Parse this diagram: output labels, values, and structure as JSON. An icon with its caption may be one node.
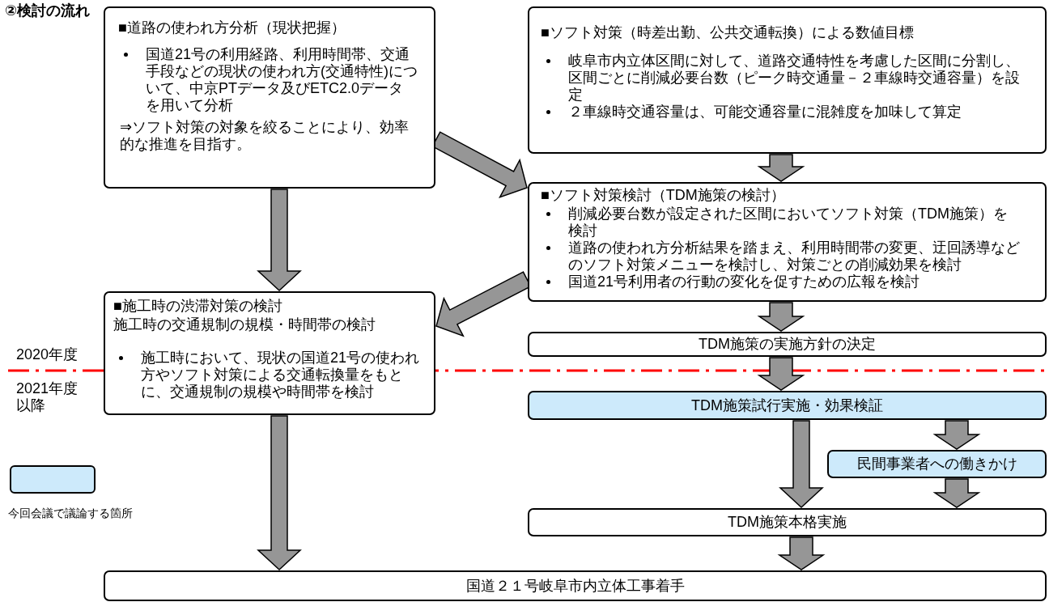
{
  "diagram": {
    "title": "②検討の流れ",
    "nodes": [
      {
        "text": [
          "■道路の使われ方分析（現状把握）",
          "国道21号の利用経路、利用時間帯、交通手段などの現状の使われ方(交通特性)について、中京PTデータ及びETC2.0データを用いて分析",
          "⇒ソフト対策の対象を絞ることにより、効率的な推進を目指す。"
        ]
      },
      {
        "text": [
          "■ソフト対策（時差出勤、公共交通転換）による数値目標",
          "岐阜市内立体区間に対して、道路交通特性を考慮した区間に分割し、区間ごとに削減必要台数（ピーク時交通量－２車線時交通容量）を設定",
          "２車線時交通容量は、可能交通容量に混雑度を加味して算定"
        ]
      },
      {
        "text": [
          "■ソフト対策検討（TDM施策の検討）",
          "削減必要台数が設定された区間においてソフト対策（TDM施策）を検討",
          "道路の使われ方分析結果を踏まえ、利用時間帯の変更、迂回誘導などのソフト対策メニューを検討し、対策ごとの削減効果を検討",
          "国道21号利用者の行動の変化を促すための広報を検討"
        ]
      },
      {
        "text": [
          "■施工時の渋滞対策の検討",
          "施工時の交通規制の規模・時間帯の検討",
          "施工時において、現状の国道21号の使われ方やソフト対策による交通転換量をもとに、交通規制の規模や時間帯を検討"
        ]
      },
      {
        "text": [
          "TDM施策の実施方針の決定"
        ]
      },
      {
        "text": [
          "TDM施策試行実施・効果検証"
        ]
      },
      {
        "text": [
          "民間事業者への働きかけ"
        ]
      },
      {
        "text": [
          "TDM施策本格実施"
        ]
      },
      {
        "text": [
          "国道２１号岐阜市内立体工事着手"
        ]
      }
    ],
    "edges": [
      {
        "from": 0,
        "to": 3,
        "arrow": "to"
      },
      {
        "from": 0,
        "to": 2,
        "arrow": "to"
      },
      {
        "from": 1,
        "to": 2,
        "arrow": "to"
      },
      {
        "from": 2,
        "to": 3,
        "arrow": "to"
      },
      {
        "from": 2,
        "to": 4,
        "arrow": "to"
      },
      {
        "from": 4,
        "to": 5,
        "arrow": "to"
      },
      {
        "from": 5,
        "to": 7,
        "arrow": "to"
      },
      {
        "from": 5,
        "to": 6,
        "arrow": "to"
      },
      {
        "from": 6,
        "to": 7,
        "arrow": "to"
      },
      {
        "from": 7,
        "to": 8,
        "arrow": "to"
      },
      {
        "from": 3,
        "to": 8,
        "arrow": "to"
      }
    ],
    "labels": [
      "2020年度",
      "2021年度以降"
    ],
    "legend": [
      {
        "text": "今回会議で議論する箇所",
        "color": "#cdeafb"
      }
    ]
  }
}
